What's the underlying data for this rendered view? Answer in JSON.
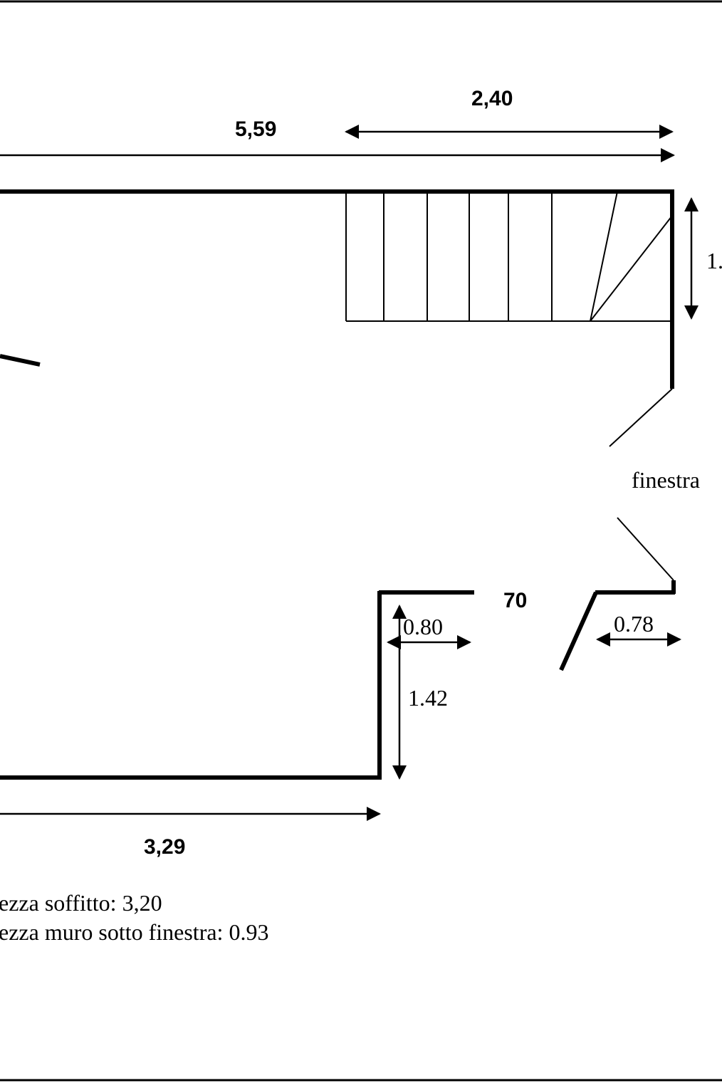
{
  "dimensions": {
    "top_total": "5,59",
    "stair_width": "2,40",
    "stair_depth": "1.",
    "bottom_total": "3,29",
    "recess_width": "0.80",
    "recess_depth": "1.42",
    "opening": "70",
    "right_segment": "0.78"
  },
  "labels": {
    "window": "finestra"
  },
  "notes": {
    "ceiling_height": "ezza soffitto: 3,20",
    "wall_under_window": "ezza muro sotto finestra: 0.93"
  }
}
